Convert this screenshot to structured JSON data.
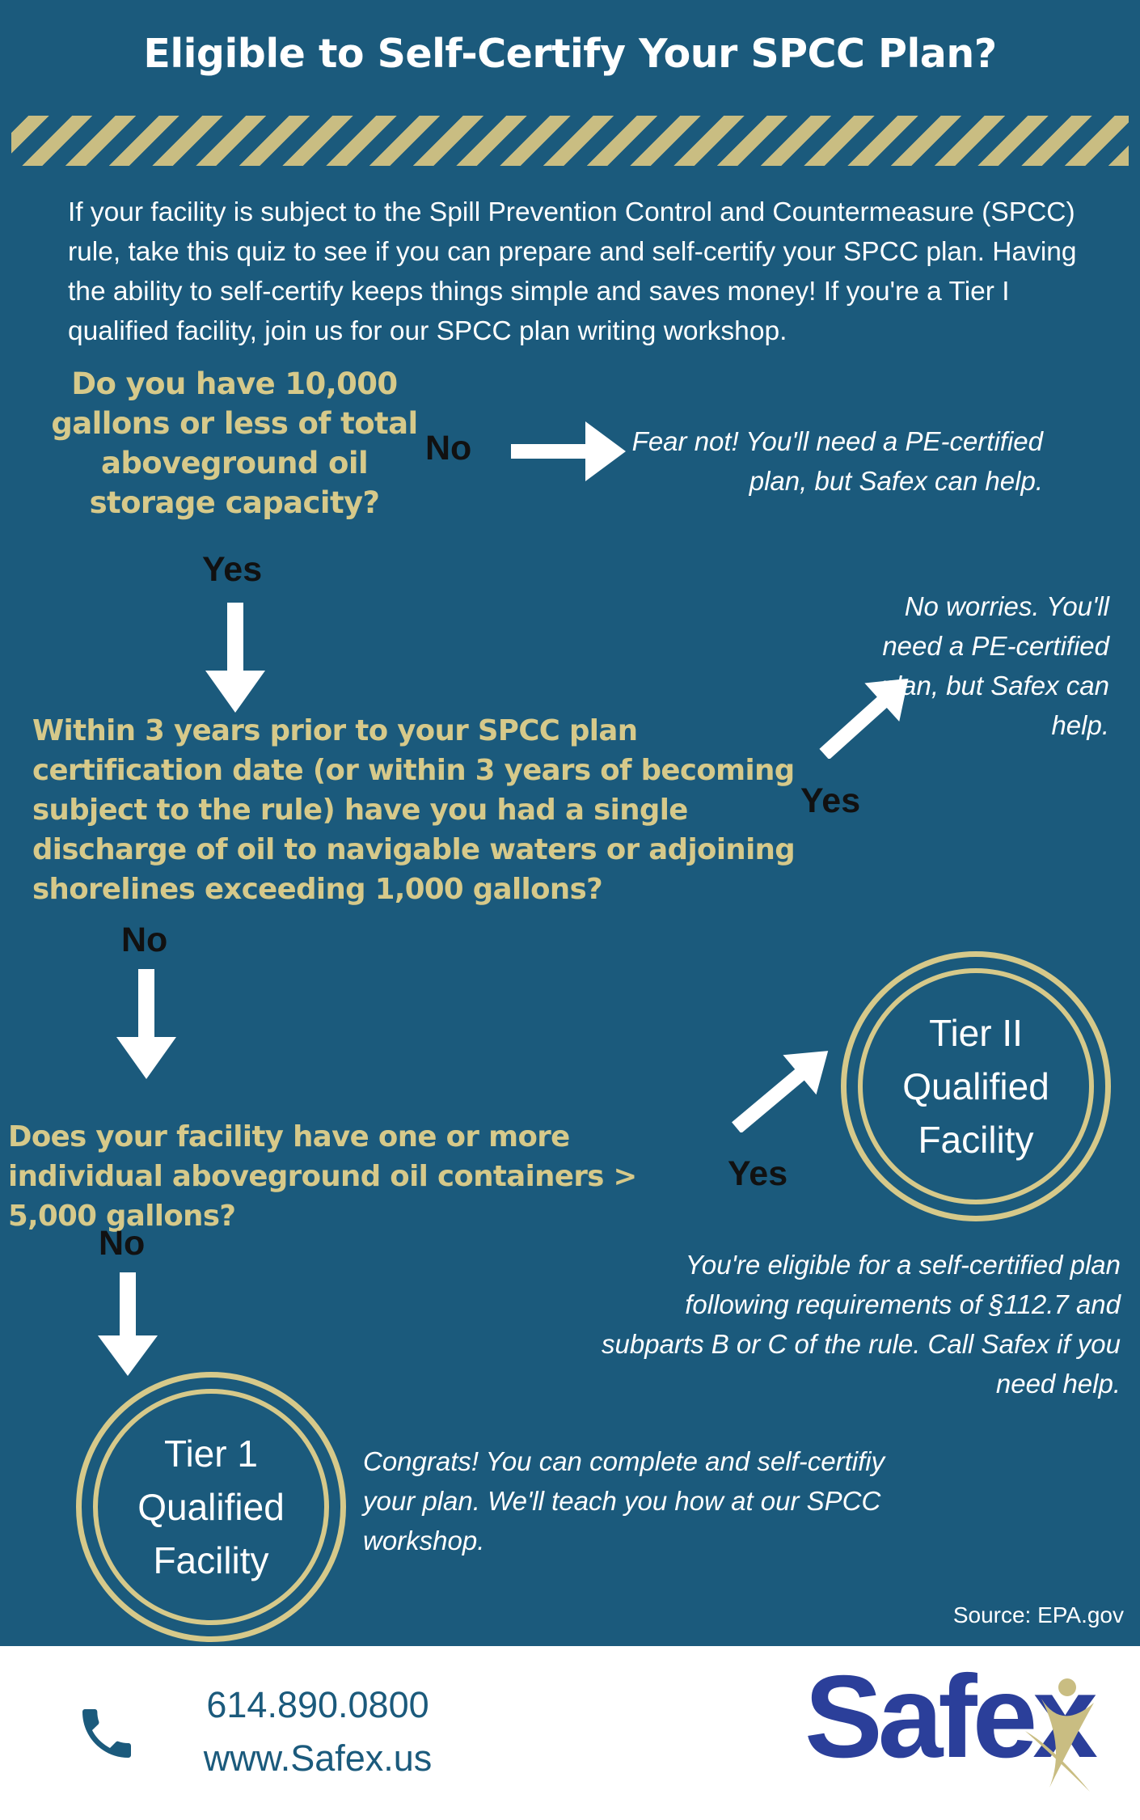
{
  "title": "Eligible to Self-Certify Your SPCC Plan?",
  "intro": "If your facility is subject to the Spill Prevention Control and Countermeasure (SPCC) rule, take this quiz to see if you can prepare and self-certify your SPCC plan. Having the ability to self-certify keeps things simple and saves money! If you're a Tier I qualified facility, join us for our SPCC plan writing workshop.",
  "q1": {
    "question": "Do you have 10,000 gallons or less of total aboveground oil storage capacity?",
    "no_label": "No",
    "yes_label": "Yes",
    "no_result": "Fear not! You'll need a PE-certified plan, but Safex can help."
  },
  "q2": {
    "question": "Within 3 years prior to your SPCC plan certification date (or within 3 years of becoming subject to the rule) have you had a single discharge of oil to navigable waters or adjoining shorelines exceeding 1,000 gallons?",
    "yes_label": "Yes",
    "no_label": "No",
    "yes_result": "No worries. You'll need a PE-certified plan, but Safex can help."
  },
  "q3": {
    "question": "Does your facility have one or more individual aboveground oil containers > 5,000 gallons?",
    "yes_label": "Yes",
    "no_label": "No"
  },
  "tier2": {
    "badge": "Tier II Qualified Facility",
    "result": "You're eligible for a self-certified plan following requirements of §112.7 and subparts B or C of the rule. Call Safex if you need help."
  },
  "tier1": {
    "badge": "Tier 1 Qualified Facility",
    "result": "Congrats! You can complete and self-certifiy your plan. We'll teach you how at our SPCC workshop."
  },
  "source": "Source: EPA.gov",
  "footer": {
    "phone": "614.890.0800",
    "website": "www.Safex.us",
    "logo": "Safex",
    "icon": "phone-icon"
  },
  "colors": {
    "background": "#1b5a7c",
    "accent": "#d6c98a",
    "logo_blue": "#2b3f9a"
  }
}
